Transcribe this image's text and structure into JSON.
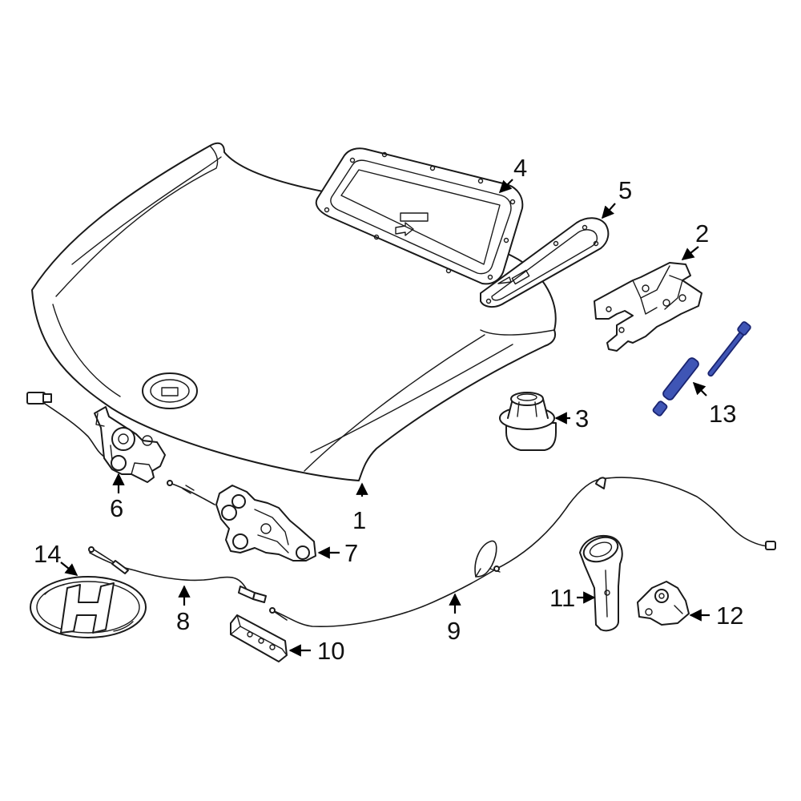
{
  "highlight_color": "#3f55b5",
  "callouts": {
    "c1": "1",
    "c2": "2",
    "c3": "3",
    "c4": "4",
    "c5": "5",
    "c6": "6",
    "c7": "7",
    "c8": "8",
    "c9": "9",
    "c10": "10",
    "c11": "11",
    "c12": "12",
    "c13": "13",
    "c14": "14"
  },
  "icons": {
    "hood": "hood-panel-icon",
    "hinge": "hinge-icon",
    "bumper": "bumper-icon",
    "access_cover": "access-cover-icon",
    "seal": "seal-icon",
    "latch": "latch-icon",
    "release": "release-icon",
    "cable": "cable-icon",
    "bracket": "bracket-icon",
    "handle": "handle-icon",
    "clip": "clip-icon",
    "lift_support": "lift-support-icon",
    "emblem": "emblem-icon"
  }
}
